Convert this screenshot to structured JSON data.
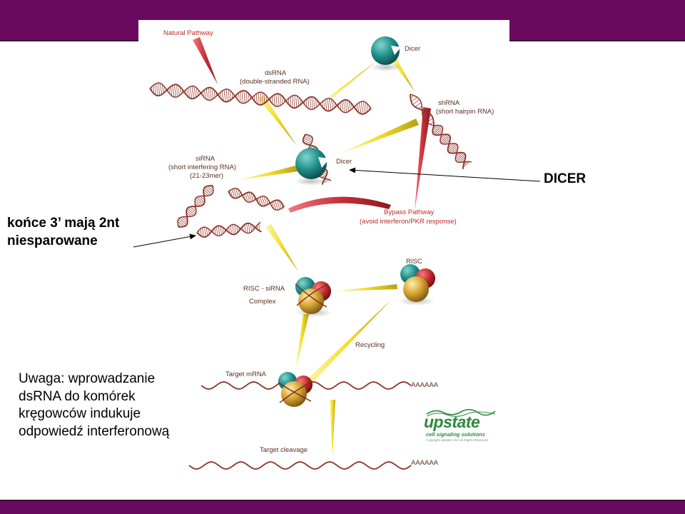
{
  "slide": {
    "callout_dicer": "DICER",
    "callout_ends_line1": "końce 3’ mają 2nt",
    "callout_ends_line2": "niesparowane",
    "note_lines": [
      "Uwaga: wprowadzanie",
      "dsRNA do komórek",
      "kręgowców indukuje",
      "odpowiedź interferonową"
    ]
  },
  "diagram": {
    "natural_pathway": "Natural Pathway",
    "dicer_top": "Dicer",
    "dsrna_line1": "dsRNA",
    "dsrna_line2": "(double-stranded RNA)",
    "shrna_line1": "shRNA",
    "shrna_line2": "(short hairpin RNA)",
    "dicer_mid": "Dicer",
    "sirna_line1": "siRNA",
    "sirna_line2": "(short interfering RNA)",
    "sirna_line3": "(21-23mer)",
    "bypass_line1": "Bypass Pathway",
    "bypass_line2": "(avoid interferon/PKR response)",
    "risc": "RISC",
    "risc_complex_line1": "RISC - siRNA",
    "risc_complex_line2": "Complex",
    "recycling": "Recycling",
    "target_mrna": "Target mRNA",
    "polya_1": "AAAAAA",
    "target_cleavage": "Target cleavage",
    "polya_2": "AAAAAA"
  },
  "logo": {
    "name": "upstate",
    "tagline": "cell signaling solutions",
    "copyright": "Copyright Upstate USA All Rights Reserved"
  },
  "colors": {
    "frame_purple": "#6a0a5e",
    "rna_strand": "#8a3428",
    "dicer_teal": "#1f8c88",
    "risc_red": "#c2282a",
    "risc_yellow": "#d8a634",
    "arrow_yellow": "#f2dc2a",
    "arrow_red": "#c83038",
    "logo_green": "#2f8a3c"
  }
}
